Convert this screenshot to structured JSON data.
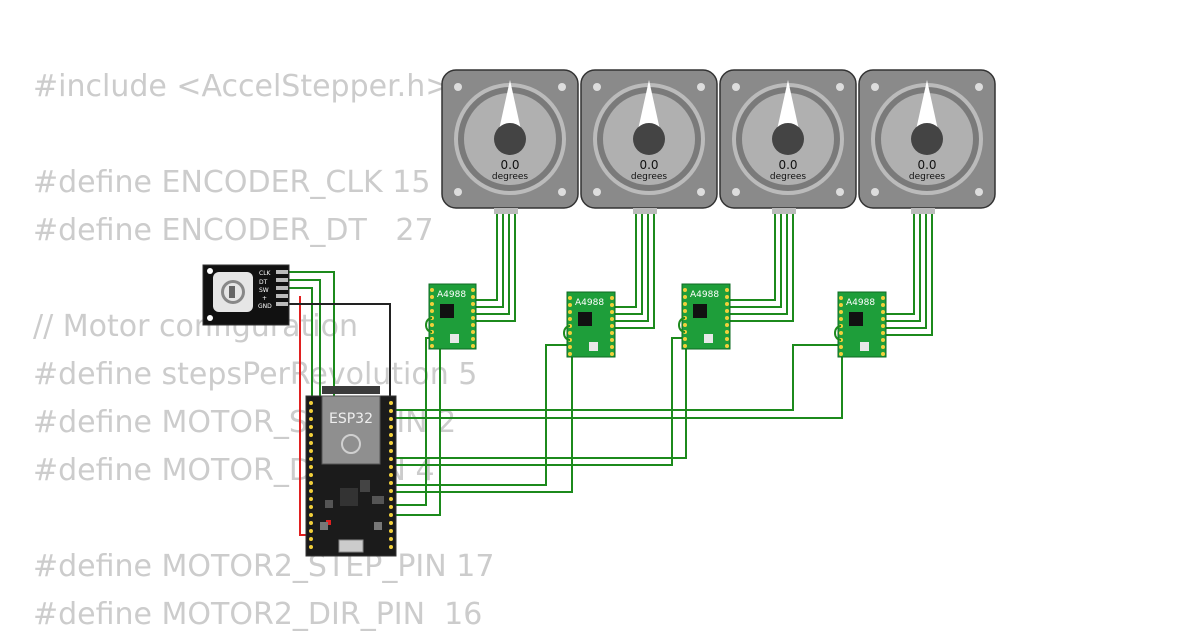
{
  "code": {
    "lines": [
      "#include <AccelStepper.h>",
      "#define ENCODER_CLK 15",
      "#define ENCODER_DT   27",
      "// Motor configuration",
      "#define stepsPerRevolution 5",
      "#define MOTOR_STEP_PIN 2",
      "#define MOTOR_DIR_PIN 4",
      "#define MOTOR2_STEP_PIN 17",
      "#define MOTOR2_DIR_PIN  16"
    ]
  },
  "motors": [
    {
      "angle": "0.0",
      "unit": "degrees"
    },
    {
      "angle": "0.0",
      "unit": "degrees"
    },
    {
      "angle": "0.0",
      "unit": "degrees"
    },
    {
      "angle": "0.0",
      "unit": "degrees"
    }
  ],
  "drivers": [
    {
      "label": "A4988"
    },
    {
      "label": "A4988"
    },
    {
      "label": "A4988"
    },
    {
      "label": "A4988"
    }
  ],
  "encoder": {
    "pins": [
      "CLK",
      "DT",
      "SW",
      "+",
      "GND"
    ]
  },
  "mcu": {
    "label": "ESP32"
  },
  "colors": {
    "wire_signal": "#1c8a1c",
    "wire_power": "#e02020",
    "wire_ground": "#222222",
    "board_green": "#1e9e3a",
    "motor_gray": "#8a8a8a",
    "code_text": "#cccccc"
  }
}
